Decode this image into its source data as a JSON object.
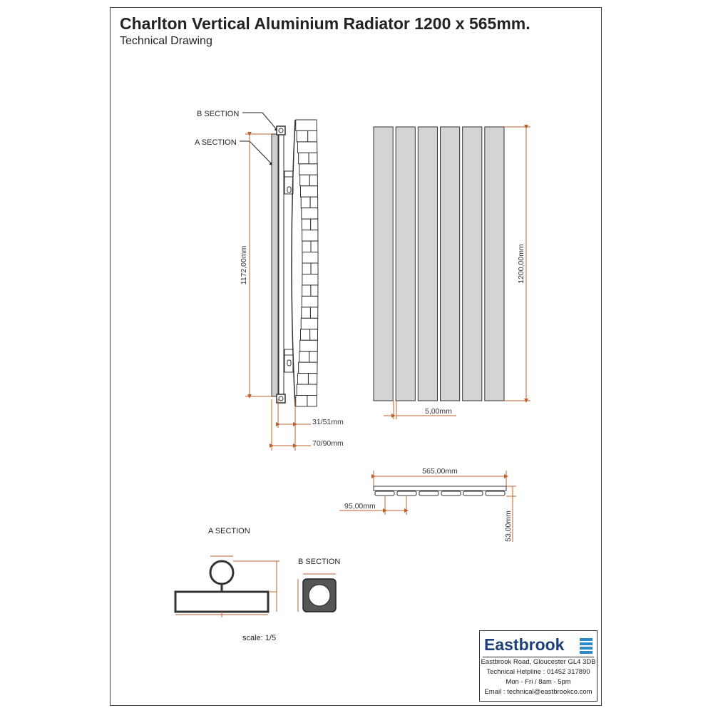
{
  "header": {
    "title": "Charlton Vertical Aluminium Radiator 1200 x 565mm.",
    "subtitle": "Technical Drawing"
  },
  "side_view": {
    "label_b_section": "B SECTION",
    "label_a_section": "A SECTION",
    "height_dimension": "1172,00mm",
    "depth_dimension_1": "31/51mm",
    "depth_dimension_2": "70/90mm"
  },
  "front_view": {
    "height_dimension": "1200,00mm",
    "gap_dimension": "5,00mm",
    "panel_count": 6
  },
  "top_view": {
    "width_dimension": "565,00mm",
    "pitch_dimension": "95,00mm",
    "depth_dimension": "53,00mm"
  },
  "sections": {
    "a_section_label": "A SECTION",
    "b_section_label": "B SECTION",
    "scale_label": "scale: 1/5"
  },
  "company": {
    "name": "Eastbrook",
    "address": "Eastbrook Road, Gloucester GL4 3DB",
    "helpline": "Technical Helpline : 01452 317890",
    "hours": "Mon - Fri / 8am - 5pm",
    "email": "Email : technical@eastbrookco.com",
    "brand_color": "#1d3f7a",
    "accent_color": "#2d8bc9"
  },
  "colors": {
    "dimension_line": "#c0622d",
    "panel_fill": "#d4d4d4",
    "outline": "#333333"
  }
}
